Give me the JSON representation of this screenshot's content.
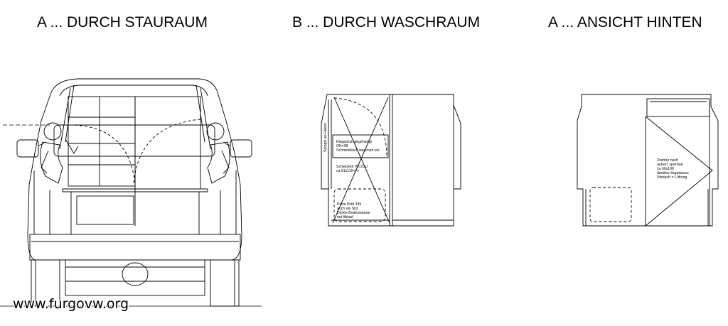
{
  "titles": {
    "view_a_storage": "A ... DURCH STAURAUM",
    "view_b_washroom": "B ... DURCH WASCHRAUM",
    "view_a_rear": "A ... ANSICHT HINTEN"
  },
  "washroom_notes": {
    "mirror": "Spiegel an Haken",
    "fold_table_1": "Klapptisch abgehängt",
    "fold_table_2": "OK=38",
    "fold_table_3": "Schminktisch waschen etc.",
    "sliding_door_1": "Schiebetür WC/DU",
    "sliding_door_2": "ca 51x110<=>",
    "potti_1": "Porta Potti 335",
    "potti_2": "auch als Sitz",
    "potti_3": "Dichte Bodenwanne",
    "potti_4": "mit Ablauf"
  },
  "rear_notes": {
    "line1": "Drehtür nach",
    "line2": "außen, sperrbar",
    "line3": "ca 60x100",
    "line4": "darüber klappbares",
    "line5": "Vordach = Lüftung"
  },
  "watermark": "www.furgovw.org"
}
